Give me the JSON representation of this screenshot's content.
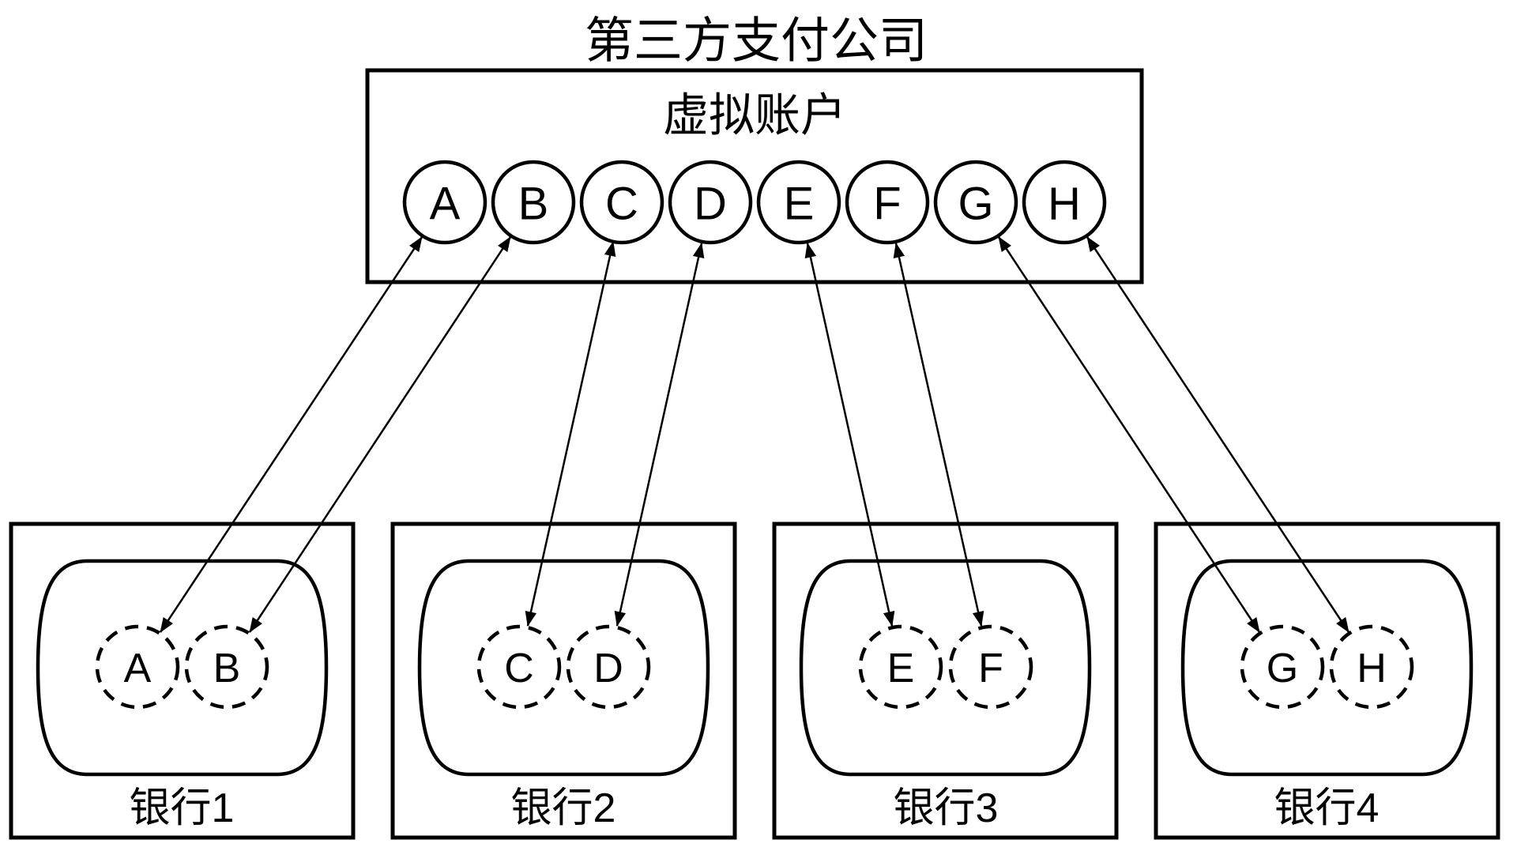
{
  "palette": {
    "background": "#ffffff",
    "ink": "#000000"
  },
  "header": {
    "title": "第三方支付公司"
  },
  "company_box": {
    "label": "虚拟账户",
    "accounts": [
      "A",
      "B",
      "C",
      "D",
      "E",
      "F",
      "G",
      "H"
    ]
  },
  "banks": [
    {
      "label": "银行1",
      "accounts": [
        "A",
        "B"
      ]
    },
    {
      "label": "银行2",
      "accounts": [
        "C",
        "D"
      ]
    },
    {
      "label": "银行3",
      "accounts": [
        "E",
        "F"
      ]
    },
    {
      "label": "银行4",
      "accounts": [
        "G",
        "H"
      ]
    }
  ],
  "connections": [
    {
      "virtual_account": "A",
      "bank": "银行1",
      "bank_account": "A",
      "bidirectional": true
    },
    {
      "virtual_account": "B",
      "bank": "银行1",
      "bank_account": "B",
      "bidirectional": true
    },
    {
      "virtual_account": "C",
      "bank": "银行2",
      "bank_account": "C",
      "bidirectional": true
    },
    {
      "virtual_account": "D",
      "bank": "银行2",
      "bank_account": "D",
      "bidirectional": true
    },
    {
      "virtual_account": "E",
      "bank": "银行3",
      "bank_account": "E",
      "bidirectional": true
    },
    {
      "virtual_account": "F",
      "bank": "银行3",
      "bank_account": "F",
      "bidirectional": true
    },
    {
      "virtual_account": "G",
      "bank": "银行4",
      "bank_account": "G",
      "bidirectional": true
    },
    {
      "virtual_account": "H",
      "bank": "银行4",
      "bank_account": "H",
      "bidirectional": true
    }
  ]
}
